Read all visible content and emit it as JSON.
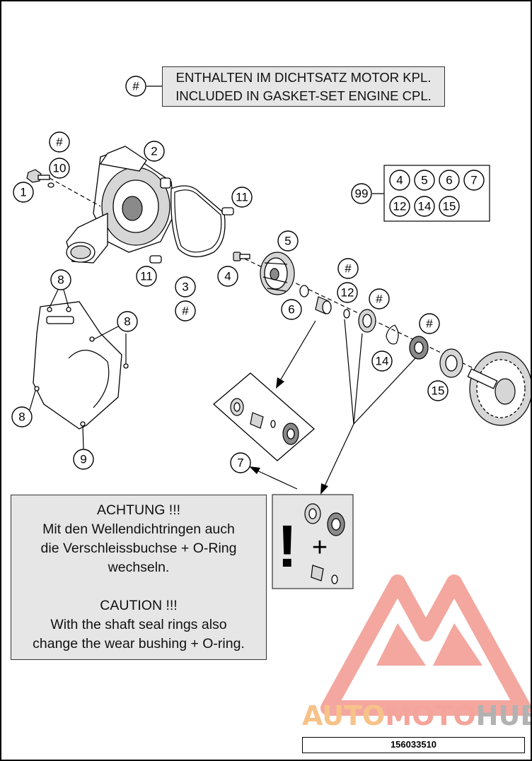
{
  "header_note": {
    "symbol": "#",
    "line_de": "ENTHALTEN IM DICHTSATZ MOTOR KPL.",
    "line_en": "INCLUDED IN GASKET-SET ENGINE CPL."
  },
  "callouts": {
    "c1": "1",
    "c2": "2",
    "c3": "3",
    "c4": "4",
    "c5": "5",
    "c6": "6",
    "c7": "7",
    "c8a": "8",
    "c8b": "8",
    "c8c": "8",
    "c9": "9",
    "c10": "10",
    "c11a": "11",
    "c11b": "11",
    "c12": "12",
    "c14": "14",
    "c15": "15",
    "c99": "99",
    "h1": "#",
    "h2": "#",
    "h3": "#",
    "h4": "#",
    "h5": "#",
    "h6": "#"
  },
  "kit_99": {
    "items": [
      "4",
      "5",
      "6",
      "7",
      "12",
      "14",
      "15"
    ]
  },
  "caution_box": {
    "title_de": "ACHTUNG !!!",
    "line_de_1": "Mit den Wellendichtringen auch",
    "line_de_2": "die Verschleissbuchse + O-Ring",
    "line_de_3": "wechseln.",
    "title_en": "CAUTION !!!",
    "line_en_1": "With the shaft seal rings also",
    "line_en_2": "change the wear bushing + O-ring."
  },
  "warning_symbols": {
    "exclamation": "!",
    "plus": "+"
  },
  "watermark": {
    "part_a": "AUTO",
    "part_b": "MOTO",
    "part_c": "HUB",
    "colors": {
      "auto": "#f7c289",
      "moto": "#f4a49a",
      "hub": "#b2b2b2",
      "logo": "#f08a80"
    }
  },
  "part_number": "156033510"
}
